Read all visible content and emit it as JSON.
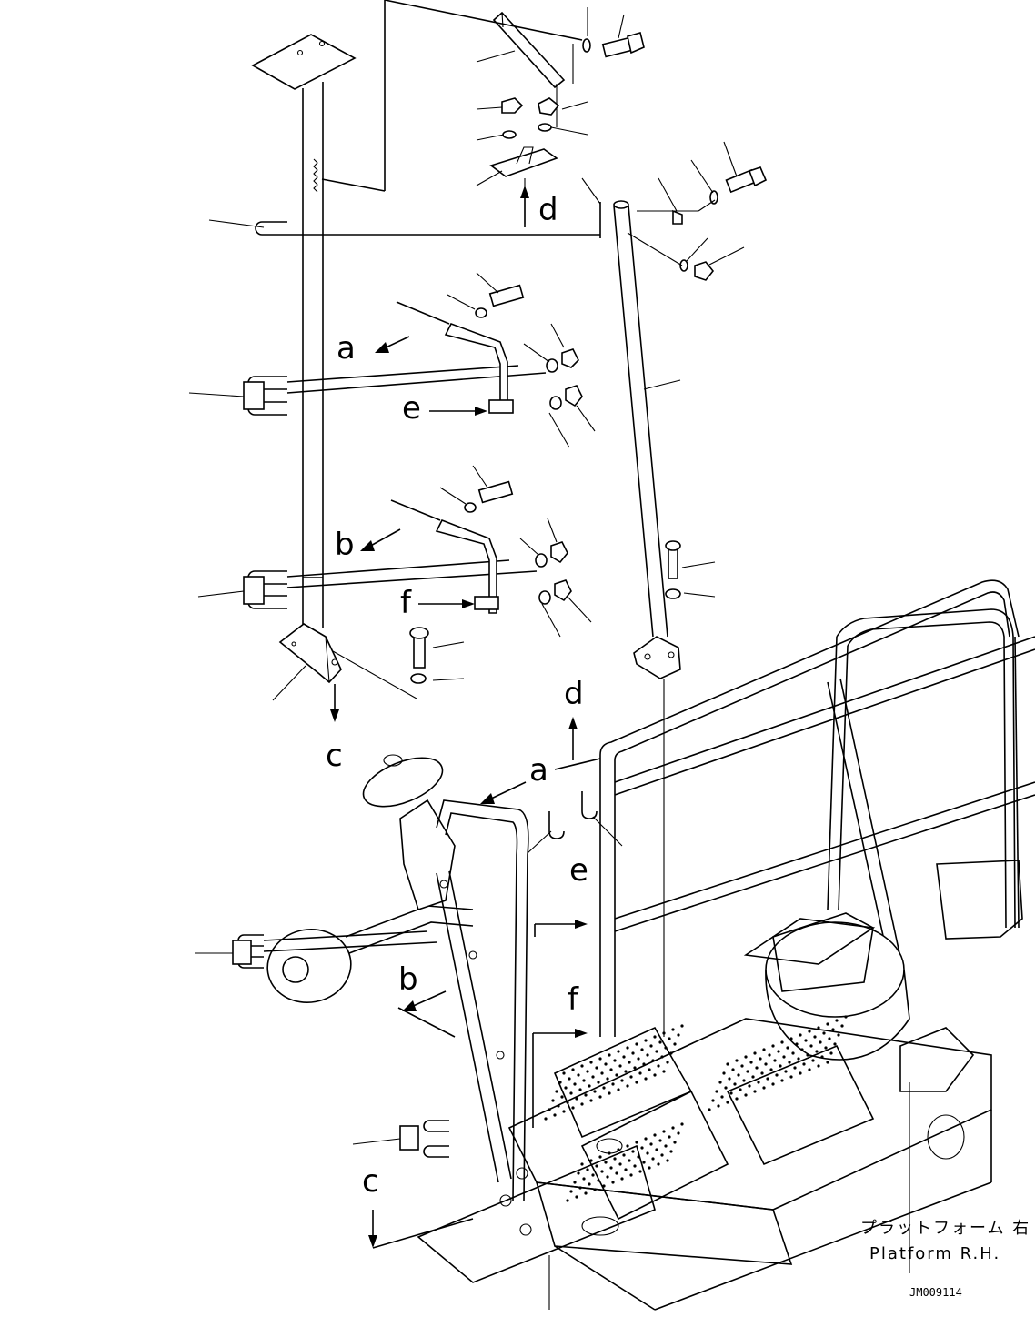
{
  "labels": {
    "a_top": "a",
    "b_top": "b",
    "c_top": "c",
    "d_top": "d",
    "e_top": "e",
    "f_top": "f",
    "a_bottom": "a",
    "b_bottom": "b",
    "c_bottom": "c",
    "d_bottom": "d",
    "e_bottom": "e",
    "f_bottom": "f"
  },
  "caption": {
    "japanese": "プラットフォーム 右",
    "english": "Platform R.H."
  },
  "drawing_code": "JM009114"
}
